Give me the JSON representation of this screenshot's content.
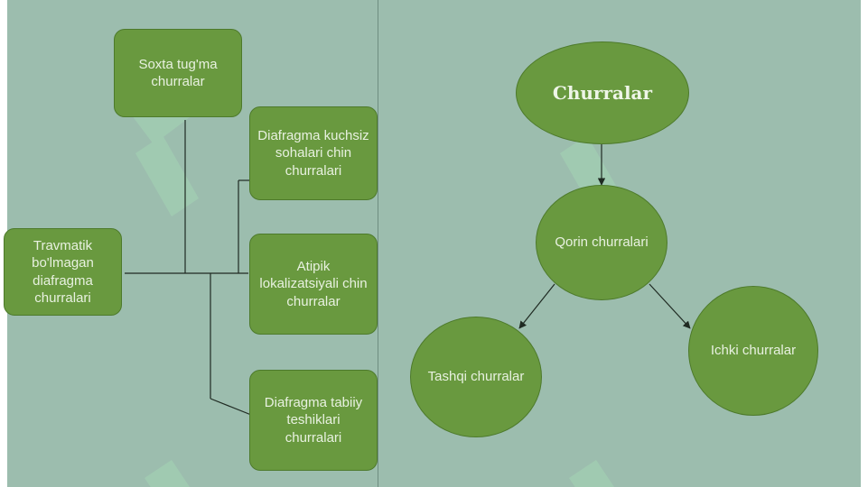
{
  "diagram": {
    "root": "Churralar",
    "center": "Qorin churralari",
    "children": [
      "Tashqi churralar",
      "Ichki churralar"
    ],
    "left_side": {
      "source": "Travmatik bo'lmagan diafragma churralari",
      "targets": [
        "Soxta tug'ma churralar",
        "Diafragma kuchsiz sohalari chin churralari",
        "Atipik lokalizatsiyali chin churralar",
        "Diafragma tabiiy teshiklari churralari"
      ]
    }
  },
  "colors": {
    "background": "#9cbdae",
    "node_fill": "#69993f",
    "node_border": "#4d7a2b",
    "node_text": "#e8f1e0",
    "line": "#1f2a22"
  }
}
